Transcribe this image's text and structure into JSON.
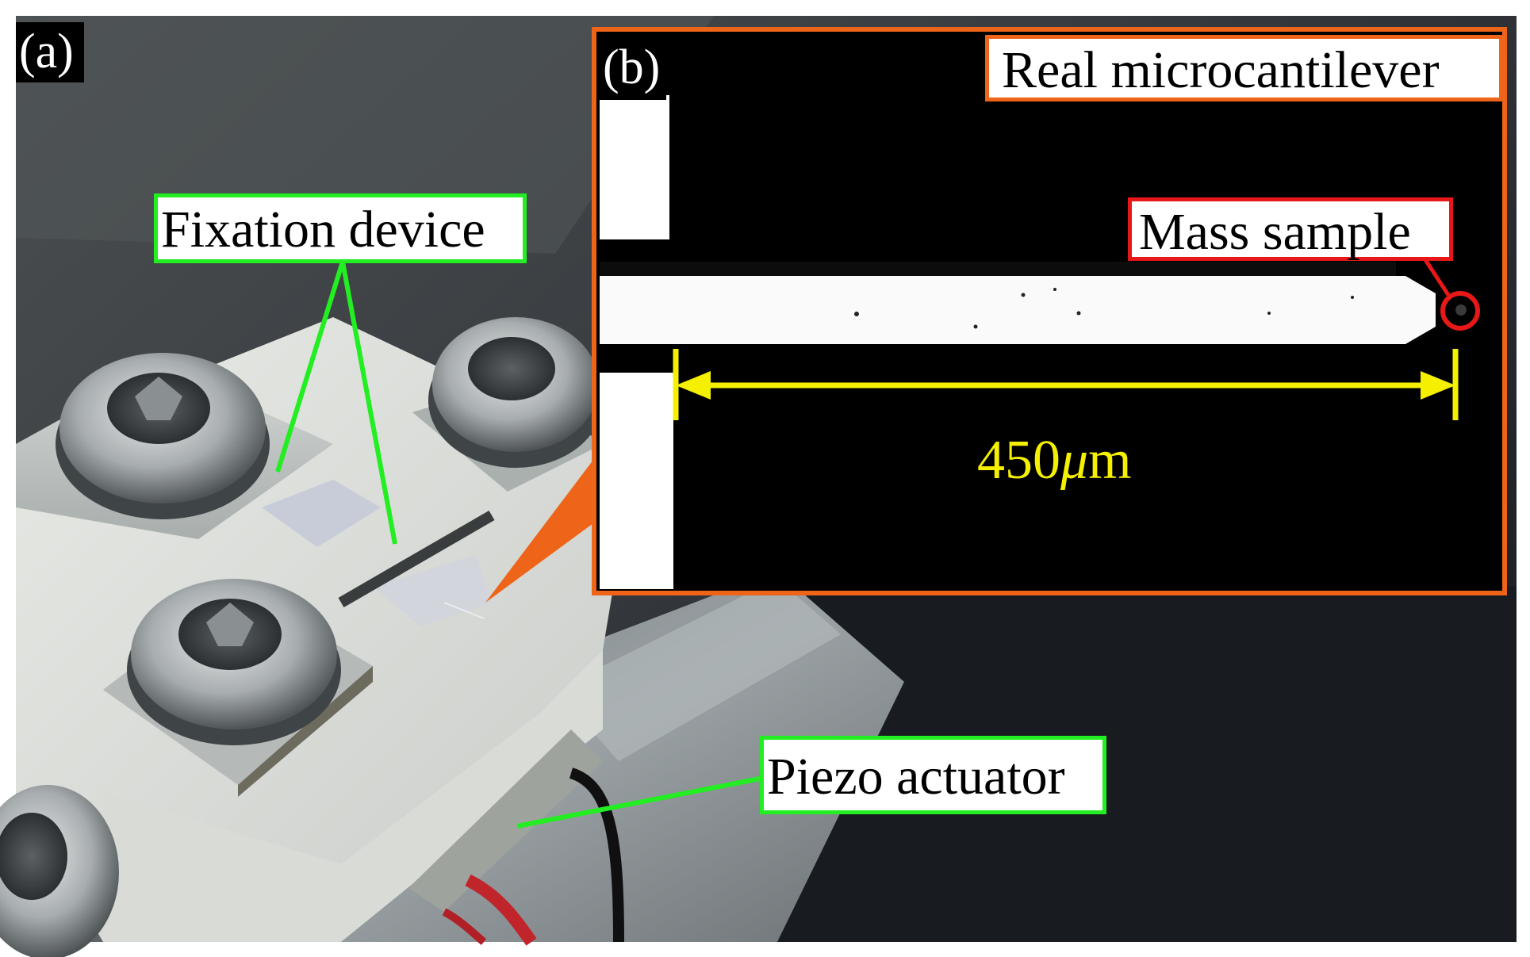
{
  "panels": {
    "a": "(a)",
    "b": "(b)"
  },
  "labels": {
    "fixation_device": "Fixation device",
    "piezo_actuator": "Piezo actuator",
    "real_microcantilever": "Real microcantilever",
    "mass_sample": "Mass sample"
  },
  "scale_bar": {
    "value": "450",
    "unit_prefix": "μ",
    "unit": "m"
  },
  "colors": {
    "callout_green": "#22ee22",
    "inset_border_orange": "#ee6418",
    "mass_marker_red": "#e81818",
    "scale_yellow": "#f5f000"
  }
}
